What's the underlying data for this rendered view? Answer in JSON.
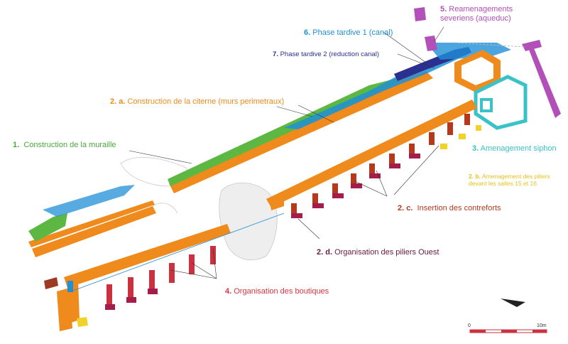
{
  "labels": {
    "muraille": {
      "num": "1.",
      "text": "Construction de la muraille",
      "color": "#4aa83a"
    },
    "citerne": {
      "num": "2. a.",
      "text": "Construction de la citerne (murs perimetraux)",
      "color": "#ef8a1c"
    },
    "piliers15": {
      "num": "2. b.",
      "text": "Amenagement des piliers devant les salles 15 et 16",
      "color": "#e6c21a"
    },
    "contreforts": {
      "num": "2. c.",
      "text": "Insertion des contreforts",
      "color": "#b43a1e"
    },
    "piliersOuest": {
      "num": "2. d.",
      "text": "Organisation des piliers Ouest",
      "color": "#6a1a3a"
    },
    "siphon": {
      "num": "3.",
      "text": "Amenagement siphon",
      "color": "#39c2c7"
    },
    "boutiques": {
      "num": "4.",
      "text": "Organisation des boutiques",
      "color": "#d9343e"
    },
    "severiens": {
      "num": "5.",
      "text": "Reamenagements severiens (aqueduc)",
      "color": "#b24fb9"
    },
    "canal1": {
      "num": "6.",
      "text": "Phase tardive 1 (canal)",
      "color": "#1f8fd6"
    },
    "canal2": {
      "num": "7.",
      "text": "Phase tardive 2 (reduction canal)",
      "color": "#2b2f8f"
    }
  },
  "scale": {
    "start": "0",
    "end": "10m"
  },
  "colors": {
    "orange": "#ef8a1c",
    "green": "#5cb843",
    "blue": "#1f8fd6",
    "navy": "#2b2f8f",
    "cyan": "#39c2c7",
    "purple": "#b24fb9",
    "crimson": "#a51d4a",
    "red": "#c9323e",
    "yellow": "#f0d22a",
    "brown": "#9c3b22"
  }
}
